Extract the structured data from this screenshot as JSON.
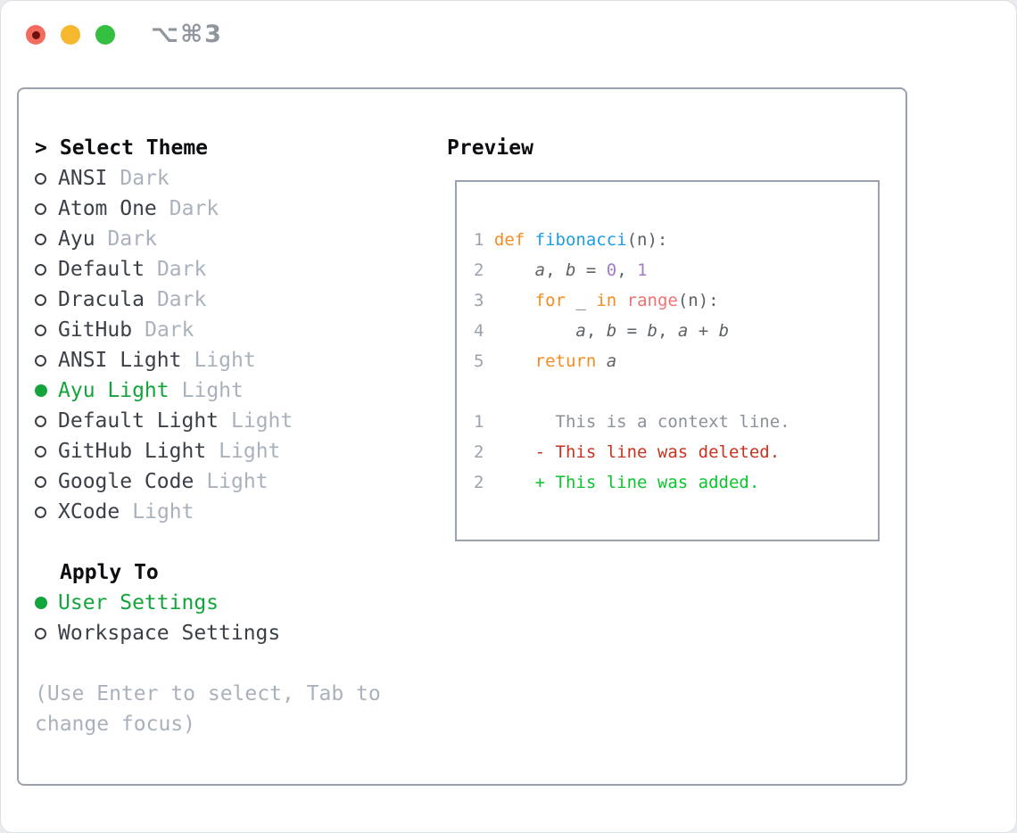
{
  "window": {
    "title": "⌥⌘3"
  },
  "titlebar": {
    "buttons": [
      "close",
      "minimize",
      "zoom"
    ]
  },
  "panel": {
    "select_prefix": ">",
    "select_header": "Select Theme",
    "themes": [
      {
        "name": "ANSI",
        "variant": "Dark",
        "selected": false
      },
      {
        "name": "Atom One",
        "variant": "Dark",
        "selected": false
      },
      {
        "name": "Ayu",
        "variant": "Dark",
        "selected": false
      },
      {
        "name": "Default",
        "variant": "Dark",
        "selected": false
      },
      {
        "name": "Dracula",
        "variant": "Dark",
        "selected": false
      },
      {
        "name": "GitHub",
        "variant": "Dark",
        "selected": false
      },
      {
        "name": "ANSI Light",
        "variant": "Light",
        "selected": false
      },
      {
        "name": "Ayu Light",
        "variant": "Light",
        "selected": true
      },
      {
        "name": "Default Light",
        "variant": "Light",
        "selected": false
      },
      {
        "name": "GitHub Light",
        "variant": "Light",
        "selected": false
      },
      {
        "name": "Google Code",
        "variant": "Light",
        "selected": false
      },
      {
        "name": "XCode",
        "variant": "Light",
        "selected": false
      }
    ],
    "apply_header": "Apply To",
    "apply_options": [
      {
        "name": "User Settings",
        "selected": true
      },
      {
        "name": "Workspace Settings",
        "selected": false
      }
    ],
    "hint": "(Use Enter to select, Tab to change focus)"
  },
  "preview": {
    "header": "Preview",
    "code": [
      {
        "num": "1",
        "tokens": [
          {
            "t": "def",
            "c": "keyword"
          },
          {
            "t": " "
          },
          {
            "t": "fibonacci",
            "c": "function"
          },
          {
            "t": "(n):"
          }
        ]
      },
      {
        "num": "2",
        "tokens": [
          {
            "t": "    "
          },
          {
            "t": "a",
            "i": true
          },
          {
            "t": ", "
          },
          {
            "t": "b",
            "i": true
          },
          {
            "t": " = "
          },
          {
            "t": "0",
            "c": "number"
          },
          {
            "t": ", "
          },
          {
            "t": "1",
            "c": "number"
          }
        ]
      },
      {
        "num": "3",
        "tokens": [
          {
            "t": "    "
          },
          {
            "t": "for",
            "c": "keyword"
          },
          {
            "t": " _ "
          },
          {
            "t": "in",
            "c": "keyword"
          },
          {
            "t": " "
          },
          {
            "t": "range",
            "c": "builtin"
          },
          {
            "t": "(n):"
          }
        ]
      },
      {
        "num": "4",
        "tokens": [
          {
            "t": "        "
          },
          {
            "t": "a",
            "i": true
          },
          {
            "t": ", "
          },
          {
            "t": "b",
            "i": true
          },
          {
            "t": " = "
          },
          {
            "t": "b",
            "i": true
          },
          {
            "t": ", "
          },
          {
            "t": "a",
            "i": true
          },
          {
            "t": " + "
          },
          {
            "t": "b",
            "i": true
          }
        ]
      },
      {
        "num": "5",
        "tokens": [
          {
            "t": "    "
          },
          {
            "t": "return",
            "c": "keyword"
          },
          {
            "t": " "
          },
          {
            "t": "a",
            "i": true
          }
        ]
      },
      {
        "num": "",
        "tokens": []
      },
      {
        "num": "1",
        "tokens": [
          {
            "t": "      This is a context line.",
            "c": "context"
          }
        ]
      },
      {
        "num": "2",
        "tokens": [
          {
            "t": "    - This line was deleted.",
            "c": "deleted"
          }
        ]
      },
      {
        "num": "2",
        "tokens": [
          {
            "t": "    + This line was added.",
            "c": "added"
          }
        ]
      }
    ]
  },
  "colors": {
    "accent_green": "#13a53c",
    "header_text": "#0b0d10",
    "item_text": "#3b4048",
    "muted": "#a9b2bc",
    "border": "#9aa2ad",
    "title_gray": "#8f969e",
    "traffic_red": "#f26b5e",
    "traffic_red_dot": "#6b120c",
    "traffic_yellow": "#f5b82e",
    "traffic_green": "#33bf3f",
    "code": {
      "fg": "#5c6166",
      "keyword": "#f78c1e",
      "function": "#1e9ce8",
      "builtin": "#f07171",
      "number": "#a37acc",
      "gutter": "#9aa3ad",
      "context": "#8a9199",
      "deleted": "#c9321f",
      "added": "#0bc52d"
    }
  }
}
